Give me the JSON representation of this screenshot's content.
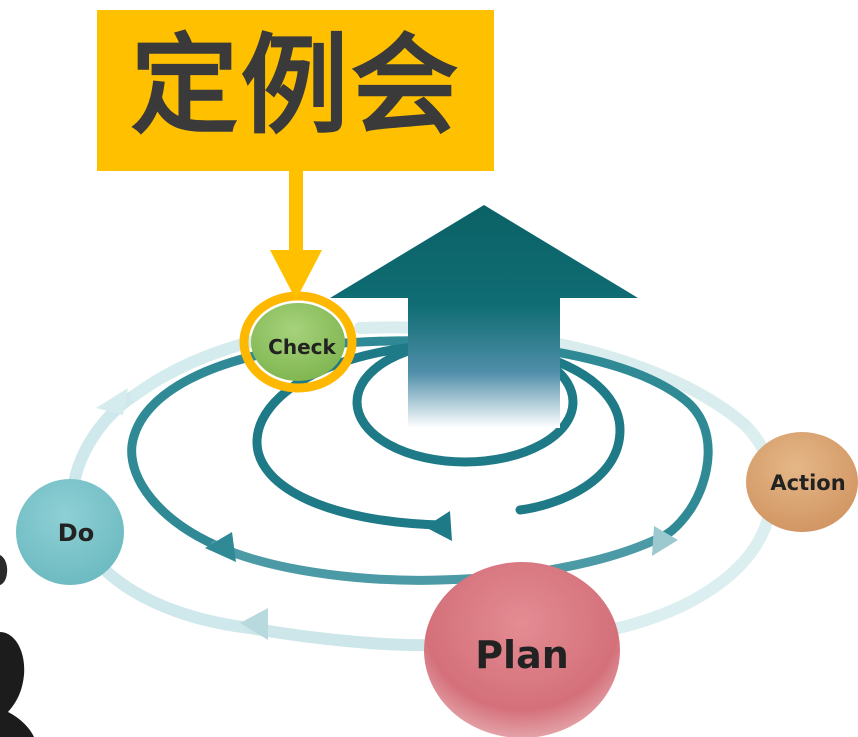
{
  "title": "定例会",
  "cycle": {
    "check": "Check",
    "action": "Action",
    "do": "Do",
    "plan": "Plan"
  },
  "colors": {
    "title_bg": "#ffc000",
    "title_text": "#3a3a3a",
    "highlight": "#ffb800",
    "arrow_up": "#0e6b6e",
    "spiral": "#2f8a96",
    "check_fill": "#8cbf5a",
    "action_fill": "#d9a56e",
    "do_fill": "#7cc6cc",
    "plan_fill": "#d9737c"
  }
}
